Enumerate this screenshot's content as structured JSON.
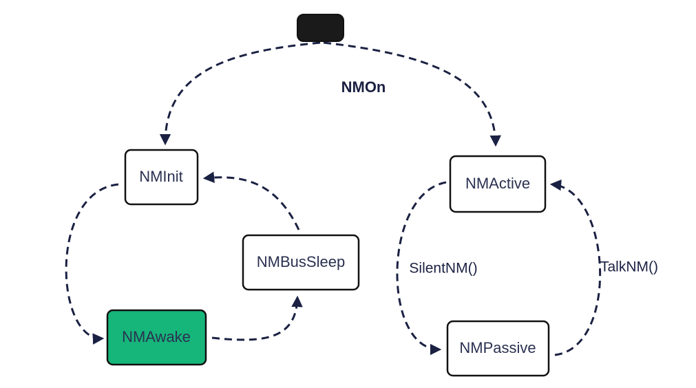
{
  "diagram": {
    "start_node": "",
    "nodes": {
      "init": "NMInit",
      "awake": "NMAwake",
      "bus_sleep": "NMBusSleep",
      "active": "NMActive",
      "passive": "NMPassive"
    },
    "edge_labels": {
      "on": "NMOn",
      "silent": "SilentNM()",
      "talk": "TalkNM()"
    },
    "colors": {
      "start_fill": "#1a1a1a",
      "awake_fill": "#16b57a",
      "edge": "#1b2142",
      "node_border": "#111111",
      "node_text": "#2a3150"
    }
  }
}
